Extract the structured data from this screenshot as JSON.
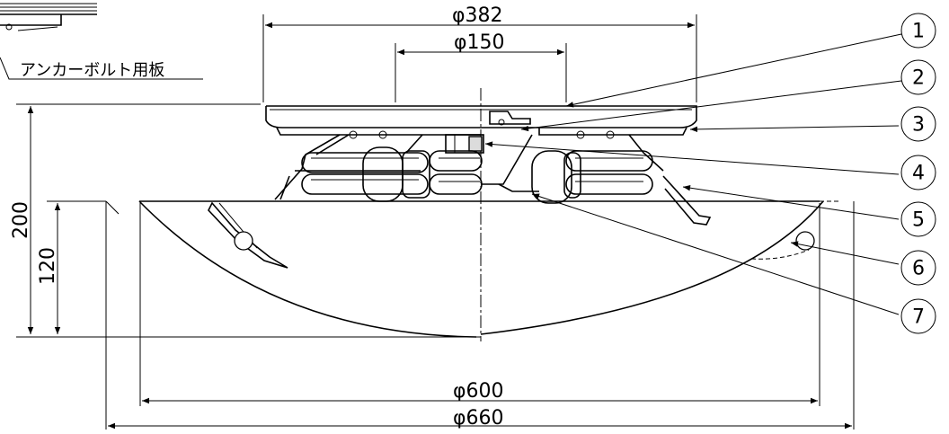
{
  "dimensions": {
    "d382": "φ382",
    "d150": "φ150",
    "d600": "φ600",
    "d660": "φ660",
    "h200": "200",
    "h120": "120"
  },
  "note": {
    "anchor_plate": "アンカーボルト用板"
  },
  "callouts": [
    "1",
    "2",
    "3",
    "4",
    "5",
    "6",
    "7"
  ]
}
